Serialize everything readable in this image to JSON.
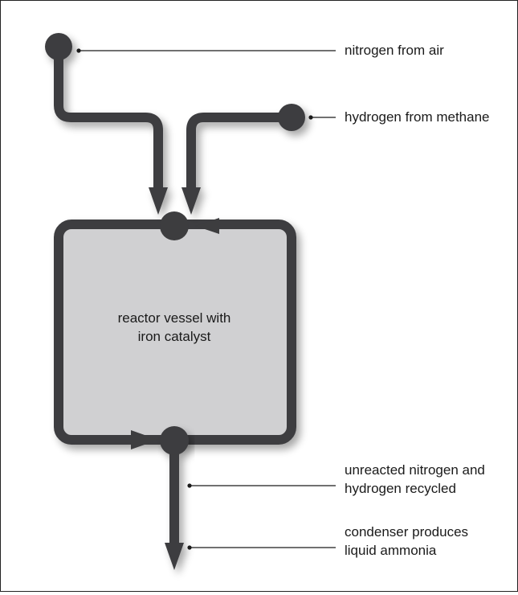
{
  "colors": {
    "pipe": "#3d3d3f",
    "vessel_fill": "#d0d0d2",
    "leader": "#1a1a1a",
    "border": "#222222"
  },
  "labels": {
    "nitrogen": "nitrogen from air",
    "hydrogen": "hydrogen from methane",
    "vessel_line1": "reactor vessel with",
    "vessel_line2": "iron catalyst",
    "recycle_line1": "unreacted nitrogen and",
    "recycle_line2": "hydrogen recycled",
    "condenser_line1": "condenser produces",
    "condenser_line2": "liquid ammonia"
  }
}
